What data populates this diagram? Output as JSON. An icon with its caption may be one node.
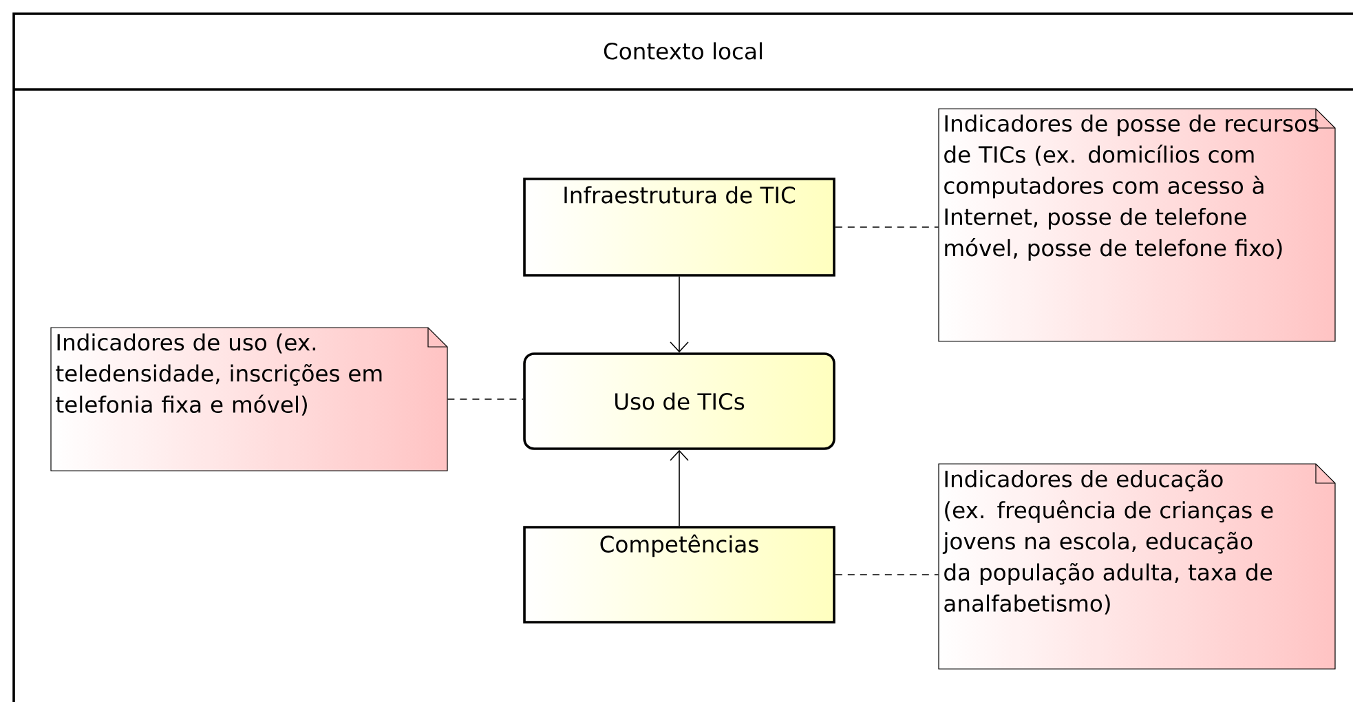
{
  "diagram": {
    "nodes": [
      {
        "text": [
          "Contexto local"
        ]
      },
      {
        "text": [
          "Infraestrutura de TIC"
        ],
        "in": 0
      },
      {
        "text": [
          "Indicadores de posse de recursos de TICs (ex. domicílios com computadores com acesso à Internet, posse de telefone móvel, posse de telefone fixo)"
        ],
        "in": 0
      },
      {
        "text": [
          "Indicadores de uso (ex. teledensidade, inscrições em telefonia fixa e móvel)"
        ],
        "in": 0
      },
      {
        "text": [
          "Uso de TICs"
        ],
        "in": 0
      },
      {
        "text": [
          "Competências"
        ],
        "in": 0
      },
      {
        "text": [
          "Indicadores de educação (ex. frequência de crianças e jovens na escola, educação da população adulta, taxa de analfabetismo)"
        ],
        "in": 0
      }
    ],
    "edges": [
      {
        "from": 1,
        "to": 4,
        "arrow": "to"
      },
      {
        "from": 5,
        "to": 4,
        "arrow": "to"
      },
      {
        "from": 1,
        "to": 2,
        "arrow": "none",
        "style": "dashed"
      },
      {
        "from": 3,
        "to": 4,
        "arrow": "none",
        "style": "dashed"
      },
      {
        "from": 5,
        "to": 6,
        "arrow": "none",
        "style": "dashed"
      }
    ]
  }
}
